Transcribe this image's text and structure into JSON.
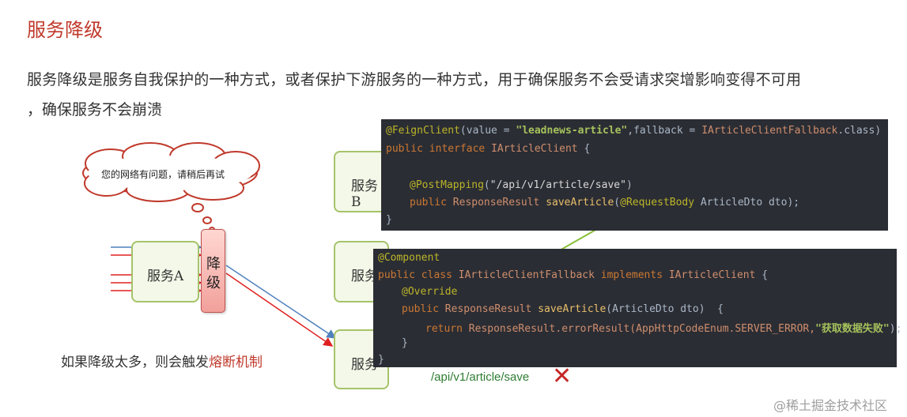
{
  "title": "服务降级",
  "intro_line1": "服务降级是服务自我保护的一种方式，或者保护下游服务的一种方式，用于确保服务不会受请求突增影响变得不可用",
  "intro_line2": "，确保服务不会崩溃",
  "diagram": {
    "service_a": "服务A",
    "service_b1": "服务B",
    "service_b2": "服务",
    "service_b3": "服务",
    "degrade_box": "降级",
    "cloud_text": "您的网络有问题，请稍后再试",
    "breaker_prefix": "如果降级太多，则会触发",
    "breaker_link": "熔断机制",
    "colors": {
      "red_arrow": "#e02020",
      "blue_arrow": "#4f81bd",
      "green_pointer": "#8bbf3c",
      "service_border": "#a6c36a"
    }
  },
  "code1": {
    "l1": {
      "ann": "@FeignClient",
      "a": "(value = ",
      "val": "\"leadnews-article\"",
      "b": ",fallback = ",
      "cls": "IArticleClientFallback",
      "c": ".class)"
    },
    "l2": {
      "kw": "public interface ",
      "name": "IArticleClient",
      "rest": " {"
    },
    "l4": {
      "ann": "@PostMapping",
      "a": "(",
      "val": "\"/api/v1/article/save\"",
      "b": ")"
    },
    "l5": {
      "kw": "public ",
      "type": "ResponseResult ",
      "m": "saveArticle",
      "a": "(",
      "ann": "@RequestBody",
      "b": " ArticleDto dto);"
    },
    "l6": "}"
  },
  "code2": {
    "l1": "@Component",
    "l2": {
      "kw": "public class ",
      "name": "IArticleClientFallback",
      "impl": " implements ",
      "iface": "IArticleClient",
      "rest": " {"
    },
    "l3": "@Override",
    "l4": {
      "kw": "public ",
      "type": "ResponseResult ",
      "m": "saveArticle",
      "rest": "(ArticleDto dto)  {"
    },
    "l5": {
      "kw": "return ",
      "call": "ResponseResult.errorResult(AppHttpCodeEnum.SERVER_ERROR,",
      "msg": "\"获取数据失败\"",
      "end": ");"
    },
    "l6": "}",
    "l7": "}"
  },
  "api_path": "/api/v1/article/save",
  "x_mark": "✕",
  "watermark": "@稀土掘金技术社区"
}
